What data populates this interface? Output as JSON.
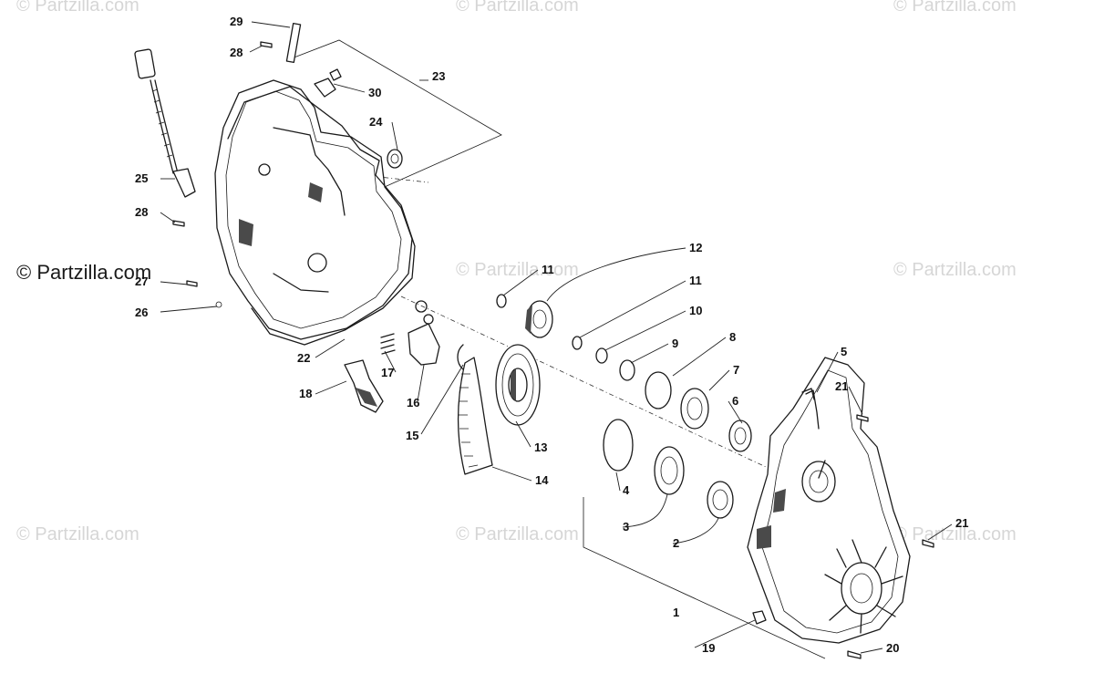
{
  "watermark": {
    "text": "© Partzilla.com",
    "featured_text": "© Partzilla.com"
  },
  "callouts": [
    "29",
    "28",
    "30",
    "23",
    "24",
    "25",
    "28",
    "27",
    "26",
    "22",
    "17",
    "16",
    "18",
    "15",
    "11",
    "12",
    "11",
    "10",
    "9",
    "8",
    "7",
    "6",
    "5",
    "21",
    "13",
    "14",
    "4",
    "3",
    "2",
    "21",
    "1",
    "19",
    "20"
  ],
  "colors": {
    "line": "#1a1a1a",
    "watermark": "#d6d6d6",
    "background": "#ffffff"
  }
}
